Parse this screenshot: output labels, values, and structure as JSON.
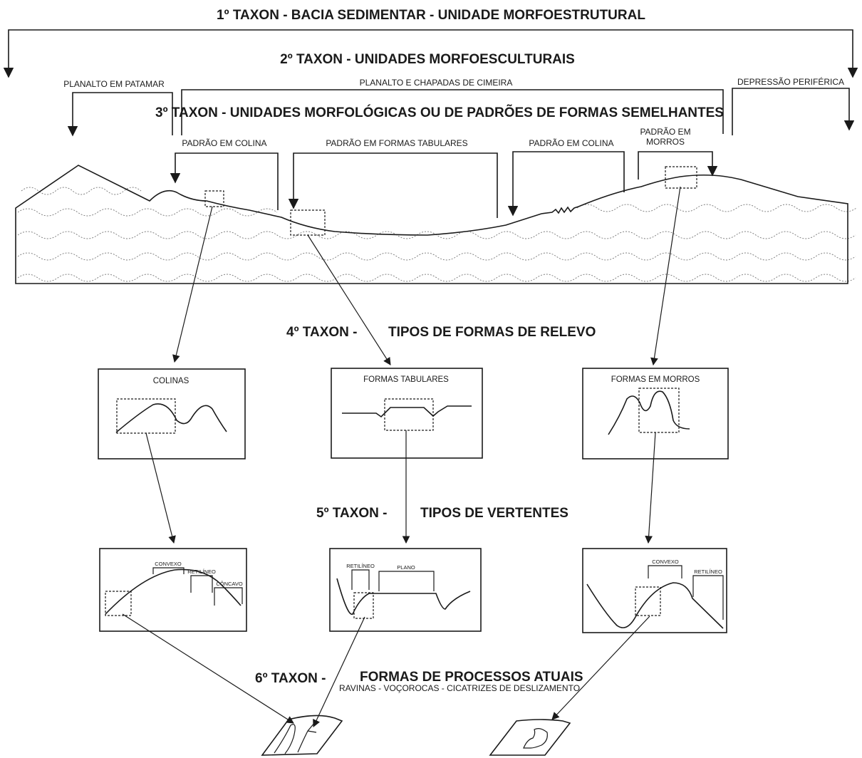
{
  "taxon1": {
    "label": "1º TAXON - BACIA SEDIMENTAR - UNIDADE MORFOESTRUTURAL"
  },
  "taxon2": {
    "label": "2º TAXON -  UNIDADES MORFOESCULTURAIS",
    "units": [
      "PLANALTO EM PATAMAR",
      "PLANALTO E CHAPADAS DE CIMEIRA",
      "DEPRESSÃO PERIFÉRICA"
    ]
  },
  "taxon3": {
    "label": "3º TAXON -  UNIDADES MORFOLÓGICAS OU DE PADRÕES DE FORMAS SEMELHANTES",
    "patterns": [
      "PADRÃO EM COLINA",
      "PADRÃO EM FORMAS TABULARES",
      "PADRÃO EM COLINA",
      "PADRÃO EM",
      "MORROS"
    ]
  },
  "taxon4": {
    "prefix": "4º TAXON -",
    "title": "TIPOS DE FORMAS DE RELEVO",
    "boxes": [
      "COLINAS",
      "FORMAS TABULARES",
      "FORMAS EM MORROS"
    ]
  },
  "taxon5": {
    "prefix": "5º TAXON -",
    "title": "TIPOS DE VERTENTES",
    "left_labels": [
      "CONVEXO",
      "RETILÍNEO",
      "CÔNCAVO"
    ],
    "mid_labels": [
      "RETILÍNEO",
      "PLANO"
    ],
    "right_labels": [
      "CONVEXO",
      "RETILÍNEO"
    ]
  },
  "taxon6": {
    "prefix": "6º TAXON -",
    "title": "FORMAS DE PROCESSOS ATUAIS",
    "subtitle": "RAVINAS - VOÇOROCAS - CICATRIZES DE DESLIZAMENTO"
  }
}
